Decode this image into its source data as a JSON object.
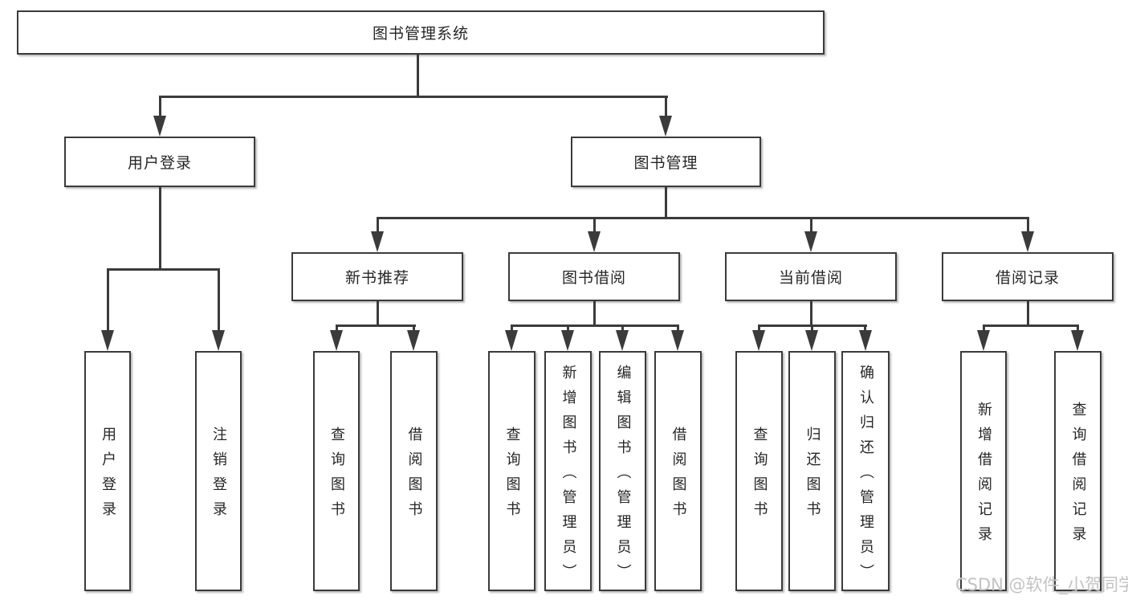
{
  "colors": {
    "line": "#3b3b3b",
    "text": "#262626",
    "background": "#ffffff",
    "watermark": "#c2c2c2"
  },
  "tree": {
    "root": {
      "label": "图书管理系统"
    },
    "branches": [
      {
        "label": "用户登录",
        "children": [
          {
            "label": "用户登录"
          },
          {
            "label": "注销登录"
          }
        ]
      },
      {
        "label": "图书管理",
        "children": [
          {
            "label": "新书推荐",
            "children": [
              {
                "label": "查询图书"
              },
              {
                "label": "借阅图书"
              }
            ]
          },
          {
            "label": "图书借阅",
            "children": [
              {
                "label": "查询图书"
              },
              {
                "label": "新增图书（管理员）"
              },
              {
                "label": "编辑图书（管理员）"
              },
              {
                "label": "借阅图书"
              }
            ]
          },
          {
            "label": "当前借阅",
            "children": [
              {
                "label": "查询图书"
              },
              {
                "label": "归还图书"
              },
              {
                "label": "确认归还（管理员）"
              }
            ]
          },
          {
            "label": "借阅记录",
            "children": [
              {
                "label": "新增借阅记录"
              },
              {
                "label": "查询借阅记录"
              }
            ]
          }
        ]
      }
    ]
  },
  "watermark": {
    "text": "CSDN @软件_小贺同学"
  }
}
